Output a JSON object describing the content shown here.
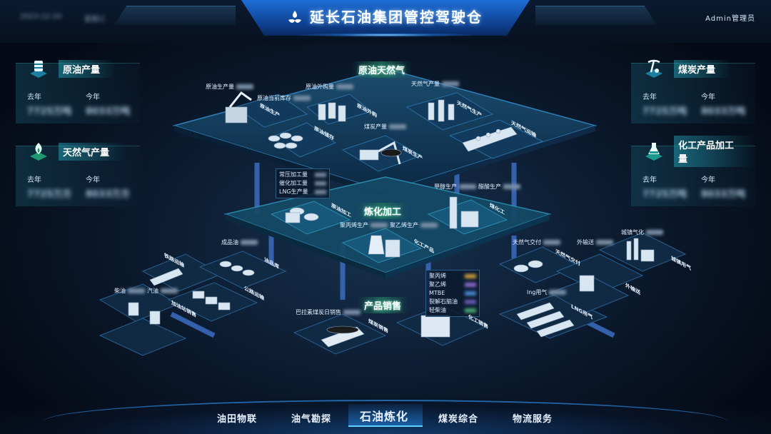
{
  "header": {
    "datetime": "2023-12-20",
    "weekday": "星期三",
    "title": "延长石油集团管控驾驶仓",
    "user": "Admin管理员"
  },
  "panels": {
    "crude": {
      "title": "原油产量",
      "last_label": "去年",
      "this_label": "今年",
      "last_value": "7725万吨",
      "this_value": "8033万吨",
      "icon": "oil-barrel-icon"
    },
    "gas": {
      "title": "天然气产量",
      "last_label": "去年",
      "this_label": "今年",
      "last_value": "7725万方",
      "this_value": "8033万方",
      "icon": "flame-icon"
    },
    "coal": {
      "title": "煤炭产量",
      "last_label": "去年",
      "this_label": "今年",
      "last_value": "7725万吨",
      "this_value": "8033万吨",
      "icon": "pickaxe-icon"
    },
    "chem": {
      "title": "化工产品加工量",
      "last_label": "去年",
      "this_label": "今年",
      "last_value": "7725万吨",
      "this_value": "8033万吨",
      "icon": "flask-icon"
    }
  },
  "sections": {
    "upstream": "原油天然气",
    "refining": "炼化加工",
    "sales": "产品销售"
  },
  "labels": {
    "crude_prod": "原油生产量",
    "crude_stock": "原油当前库存",
    "crude_buy": "原油外购量",
    "gas_prod": "天然气产量",
    "coal_prod": "煤炭产量",
    "press": "常压加工量",
    "cat": "催化加工量",
    "lng": "LNG生产量",
    "methanol": "甲醇生产",
    "acetic": "醋酸生产",
    "pp": "聚丙烯生产",
    "pe": "聚乙烯生产",
    "refined_oil": "成品油",
    "diesel": "柴油",
    "gasoline": "汽油",
    "gas_deliver": "天然气交付",
    "export": "外输送",
    "city_gas": "城镇气化",
    "lng_use": "lng用气",
    "coal_sales": "巴拉素煤炭日销售"
  },
  "product_list": [
    {
      "name": "聚丙烯",
      "color": "#c89a3a"
    },
    {
      "name": "聚乙烯",
      "color": "#8a6ac8"
    },
    {
      "name": "MTBE",
      "color": "#4a8ad0"
    },
    {
      "name": "裂解石脑油",
      "color": "#6a5ab8"
    },
    {
      "name": "轻柴油",
      "color": "#4aa870"
    }
  ],
  "tags": {
    "crude_produce": "原油生产",
    "crude_buy": "原油外购",
    "crude_store": "原油储存",
    "gas_produce": "天然气生产",
    "gas_transport": "天然气运输",
    "coal_produce": "煤炭生产",
    "refine": "原油加工",
    "chem": "煤化工",
    "chem_sales": "化工产品",
    "rail": "铁路运输",
    "depot": "油品库",
    "road": "公路运输",
    "station": "加油站销售",
    "gas_deliver": "天然气交付",
    "city": "城镇用气",
    "pipeline": "外输送",
    "lng": "LNG用气",
    "coal_sale": "煤炭销售",
    "chem_sale": "化工销售"
  },
  "nav": [
    {
      "label": "油田物联",
      "active": false
    },
    {
      "label": "油气勘探",
      "active": false
    },
    {
      "label": "石油炼化",
      "active": true
    },
    {
      "label": "煤炭综合",
      "active": false
    },
    {
      "label": "物流服务",
      "active": false
    }
  ],
  "colors": {
    "accent": "#2a86ff",
    "teal": "#2fc2c0"
  }
}
